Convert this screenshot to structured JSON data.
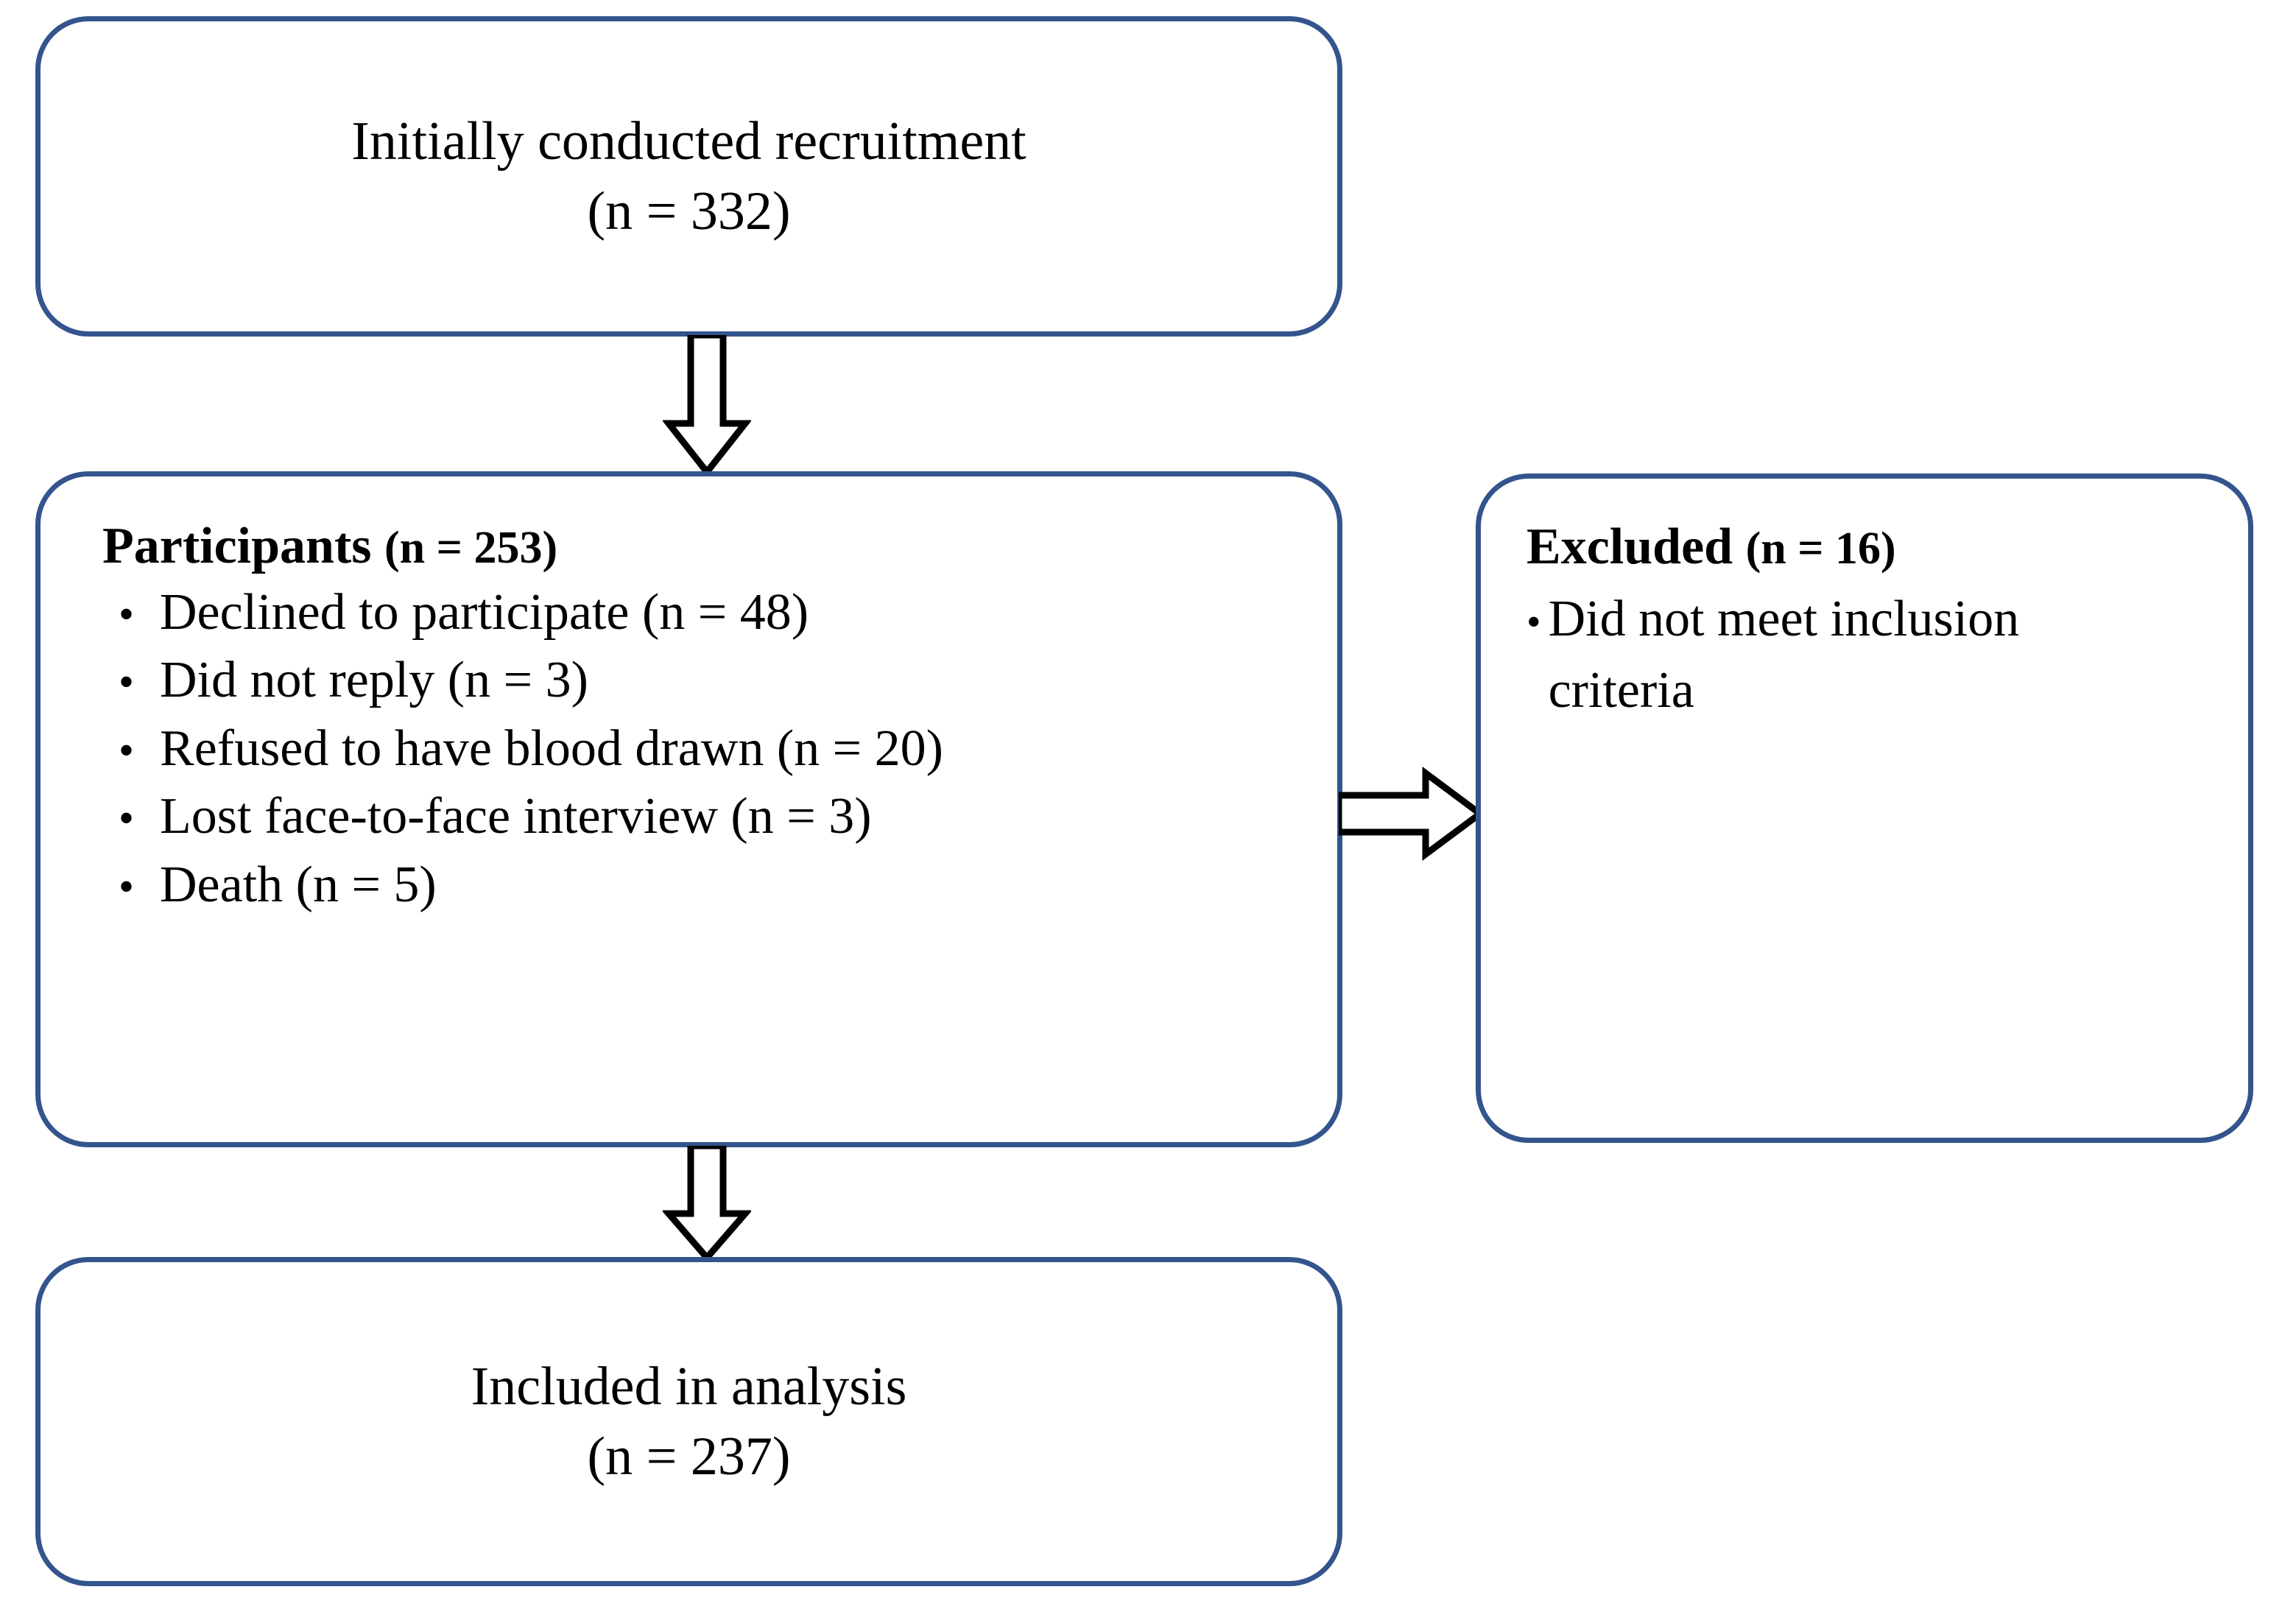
{
  "diagram": {
    "type": "participant-flow-chart",
    "border_color": "#33548c",
    "text_color": "#000000",
    "background_color": "#ffffff",
    "boxes": {
      "recruitment": {
        "line1": "Initially conducted recruitment",
        "line2": "(n = 332)"
      },
      "participants": {
        "heading_bold": "Participants",
        "heading_suffix": "(n = 253)",
        "bullet_glyph": "•",
        "bullets": [
          "Declined to participate (n = 48)",
          "Did not reply (n = 3)",
          "Refused to have blood drawn (n = 20)",
          "Lost face-to-face interview (n = 3)",
          "Death (n = 5)"
        ]
      },
      "excluded": {
        "heading_bold": "Excluded",
        "heading_suffix": "(n = 16)",
        "bullet_glyph": "•",
        "bullets": [
          "Did not meet inclusion criteria"
        ]
      },
      "included": {
        "line1": "Included in analysis",
        "line2": "(n = 237)"
      }
    },
    "arrows": [
      {
        "name": "recruitment-to-participants",
        "direction": "down"
      },
      {
        "name": "participants-to-excluded",
        "direction": "right"
      },
      {
        "name": "participants-to-included",
        "direction": "down"
      }
    ]
  }
}
